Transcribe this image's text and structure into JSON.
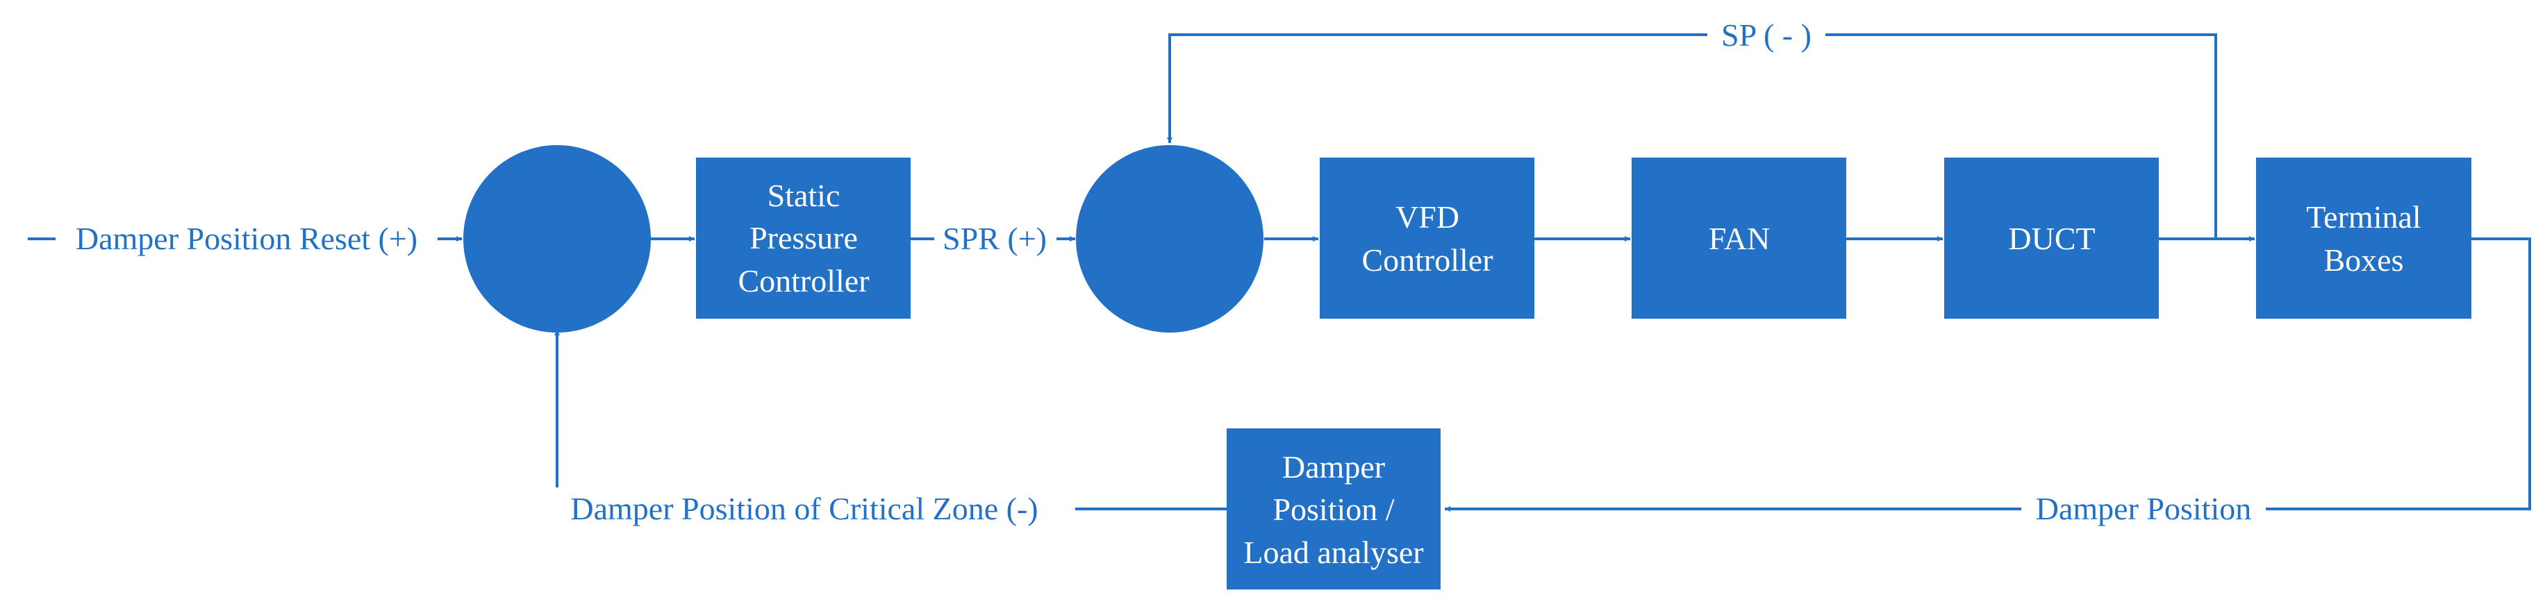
{
  "colors": {
    "node_fill": "#2271c6",
    "node_text": "#ffffff",
    "edge": "#2271c6",
    "background": "#ffffff"
  },
  "nodes": {
    "sum_1": {
      "shape": "circle"
    },
    "static_pressure_controller": {
      "lines": [
        "Static",
        "Pressure",
        "Controller"
      ]
    },
    "sum_2": {
      "shape": "circle"
    },
    "vfd_controller": {
      "lines": [
        "VFD",
        "Controller"
      ]
    },
    "fan": {
      "lines": [
        "FAN"
      ]
    },
    "duct": {
      "lines": [
        "DUCT"
      ]
    },
    "terminal_boxes": {
      "lines": [
        "Terminal",
        "Boxes"
      ]
    },
    "load_analyser": {
      "lines": [
        "Damper",
        "Position /",
        "Load analyser"
      ]
    }
  },
  "edge_labels": {
    "damper_position_reset": "Damper Position Reset (+)",
    "spr": "SPR (+)",
    "sp": "SP ( - )",
    "damper_position": "Damper Position",
    "critical_zone": "Damper Position of Critical Zone (-)"
  }
}
